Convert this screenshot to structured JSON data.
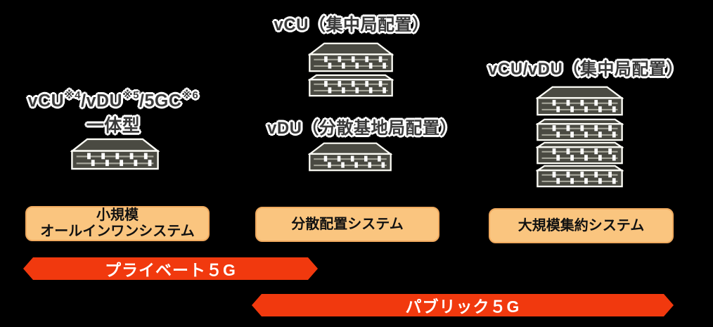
{
  "colors": {
    "background": "#000000",
    "arrow": "#F1390E",
    "label_box_fill": "#FAC57F",
    "caption_text": "#3A3A3A",
    "caption_outline": "#FFFFFF",
    "box_text": "#111111",
    "arrow_text": "#FFFFFF",
    "server_body": "#4A4A42"
  },
  "columns": {
    "left": {
      "title": {
        "p1": "vCU",
        "sup1": "※4",
        "p2": "/vDU",
        "sup2": "※5",
        "p3": "/5GC",
        "sup3": "※6",
        "line2": "一体型"
      },
      "server_count": 1,
      "label_box": {
        "line1": "小規模",
        "line2": "オールインワンシステム"
      }
    },
    "middle": {
      "vcu_title": "vCU（集中局配置）",
      "vcu_server_count": 2,
      "vdu_title": "vDU（分散基地局配置）",
      "vdu_server_count": 1,
      "label_box": {
        "line1": "分散配置システム"
      }
    },
    "right": {
      "title": "vCU/vDU（集中局配置）",
      "server_count": 4,
      "label_box": {
        "line1": "大規模集約システム"
      }
    }
  },
  "arrows": {
    "private5g": {
      "label": "プライベート５G"
    },
    "public5g": {
      "label": "パブリック５G"
    }
  }
}
